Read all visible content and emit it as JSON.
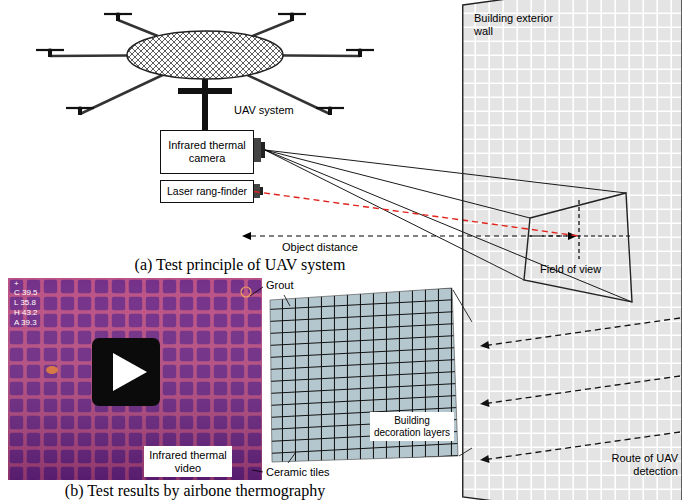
{
  "diagram": {
    "nodes": [
      {
        "text": [
          "Infrared thermal camera"
        ]
      },
      {
        "text": [
          "Laser rang-finder"
        ]
      },
      {
        "text": [
          "Building exterior wall"
        ]
      },
      {
        "text": [
          "Field of view"
        ],
        "in": 2
      },
      {
        "text": [
          "Infrared thermal video"
        ]
      },
      {
        "text": [
          "Building decoration layers"
        ]
      }
    ],
    "edges": [
      {
        "from": 1,
        "to": 3,
        "arrow": "none"
      }
    ],
    "labels": [
      "UAV system",
      "Object distance",
      "(a) Test principle of UAV system",
      "+",
      "C 39.5",
      "L 35.8",
      "H 43.2",
      "A 39.3",
      "Grout",
      "Ceramic tiles",
      "(b) Test results by airbone thermography",
      "Route of UAV detection"
    ]
  }
}
